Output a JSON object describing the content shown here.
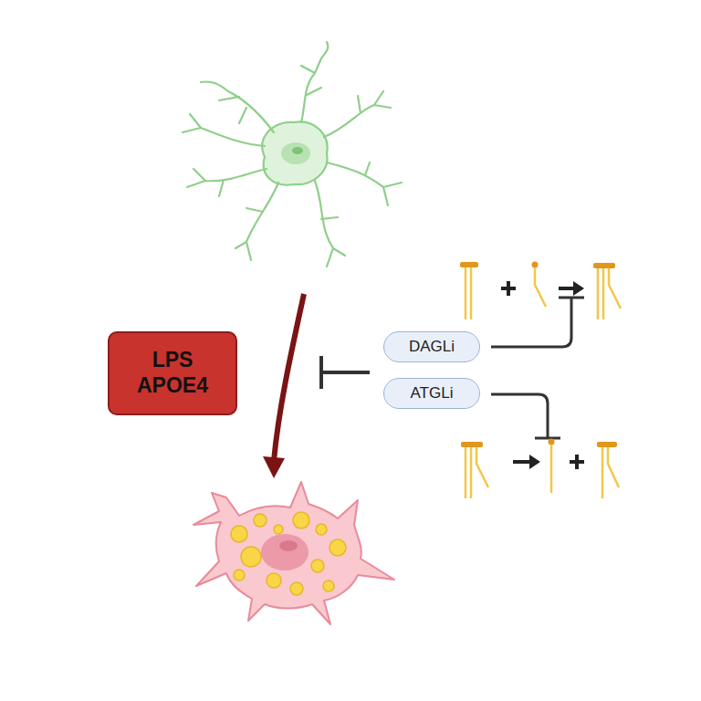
{
  "diagram": {
    "nodes": [
      {
        "text": [
          "LPS APOE4"
        ]
      },
      {
        "text": [
          "DAGLi"
        ]
      },
      {
        "text": [
          "ATGLi"
        ]
      }
    ]
  }
}
